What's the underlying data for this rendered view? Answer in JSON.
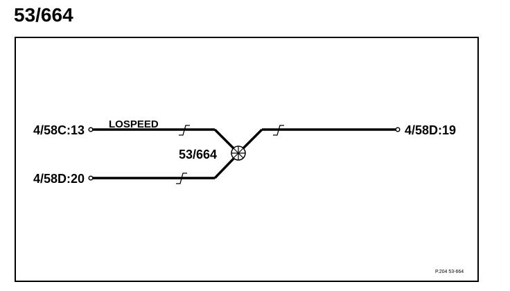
{
  "title": "53/664",
  "diagram": {
    "terminals": {
      "left_top": "4/58C:13",
      "left_bottom": "4/58D:20",
      "right": "4/58D:19"
    },
    "wire_label": "LOSPEED",
    "junction_label": "53/664"
  },
  "footnote": "P.204  53-664"
}
